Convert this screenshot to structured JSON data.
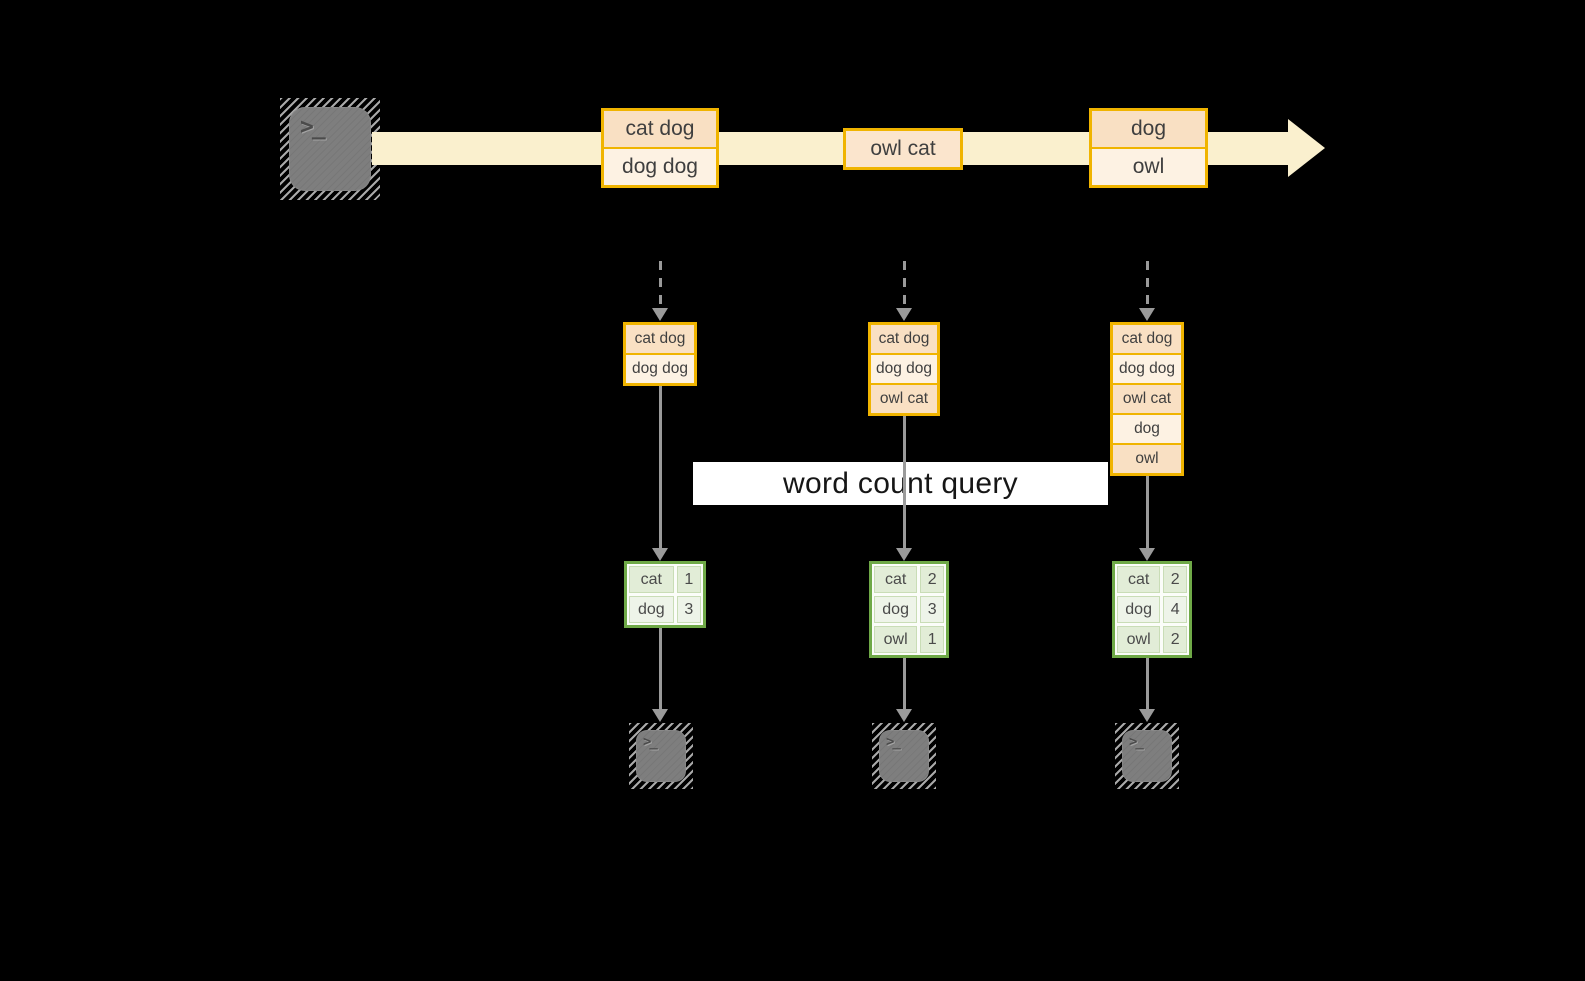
{
  "query_label": "word count query",
  "glyphs": {
    "terminal_prompt": ">_"
  },
  "stream": {
    "batches": [
      {
        "lines": [
          "cat dog",
          "dog dog"
        ]
      },
      {
        "lines": [
          "owl cat"
        ]
      },
      {
        "lines": [
          "dog",
          "owl"
        ]
      }
    ]
  },
  "columns": [
    {
      "stack": [
        "cat dog",
        "dog dog"
      ],
      "counts": [
        [
          "cat",
          "1"
        ],
        [
          "dog",
          "3"
        ]
      ]
    },
    {
      "stack": [
        "cat dog",
        "dog dog",
        "owl cat"
      ],
      "counts": [
        [
          "cat",
          "2"
        ],
        [
          "dog",
          "3"
        ],
        [
          "owl",
          "1"
        ]
      ]
    },
    {
      "stack": [
        "cat dog",
        "dog dog",
        "owl cat",
        "dog",
        "owl"
      ],
      "counts": [
        [
          "cat",
          "2"
        ],
        [
          "dog",
          "4"
        ],
        [
          "owl",
          "2"
        ]
      ]
    }
  ],
  "colors": {
    "accent_orange": "#F0B400",
    "peach_dark": "#F9E0C3",
    "peach_light": "#FDF2E3",
    "peach_mid": "#FBE5CD",
    "stream_band": "#FAF0CE",
    "green_border": "#6FA947",
    "green_cell_dark": "#E2EDD7",
    "green_cell_light": "#EEF4E9",
    "arrow_gray": "#9A9A9A",
    "terminal_gray": "#7E7E7E",
    "query_band_bg": "#FFFFFF",
    "background": "#000000"
  }
}
